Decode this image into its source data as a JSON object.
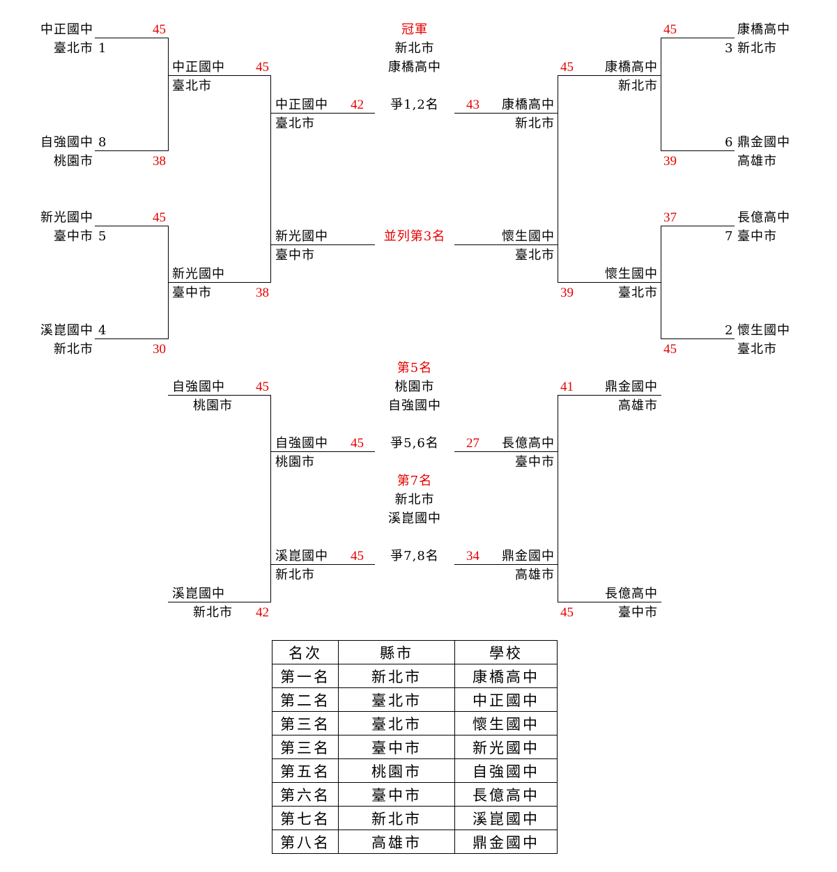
{
  "bracket": {
    "left": {
      "r1": {
        "zz_name": "中正國中",
        "zz_city": "臺北市",
        "zz_seed": "1",
        "zz_score": "45",
        "zq_name": "自強國中",
        "zq_city": "桃園市",
        "zq_seed": "8",
        "zq_score": "38",
        "xg_name": "新光國中",
        "xg_city": "臺中市",
        "xg_seed": "5",
        "xg_score": "45",
        "xk_name": "溪崑國中",
        "xk_city": "新北市",
        "xk_seed": "4",
        "xk_score": "30"
      },
      "r2": {
        "zz_name": "中正國中",
        "zz_city": "臺北市",
        "zz_score": "45",
        "xg_name": "新光國中",
        "xg_city": "臺中市",
        "xg_score": "38"
      },
      "r3": {
        "zz_name": "中正國中",
        "zz_city": "臺北市",
        "zz_score": "42",
        "xg_name": "新光國中",
        "xg_city": "臺中市"
      }
    },
    "right": {
      "r1": {
        "kq_name": "康橋高中",
        "kq_city": "新北市",
        "kq_seed": "3",
        "kq_score": "45",
        "dj_name": "鼎金國中",
        "dj_city": "高雄市",
        "dj_seed": "6",
        "dj_score": "39",
        "cy_name": "長億高中",
        "cy_city": "臺中市",
        "cy_seed": "7",
        "cy_score": "37",
        "hs_name": "懷生國中",
        "hs_city": "臺北市",
        "hs_seed": "2",
        "hs_score": "45"
      },
      "r2": {
        "kq_name": "康橋高中",
        "kq_city": "新北市",
        "kq_score": "45",
        "hs_name": "懷生國中",
        "hs_city": "臺北市",
        "hs_score": "39"
      },
      "r3": {
        "kq_name": "康橋高中",
        "kq_city": "新北市",
        "kq_score": "43",
        "hs_name": "懷生國中",
        "hs_city": "臺北市"
      }
    },
    "center": {
      "champion_label": "冠軍",
      "champion_city": "新北市",
      "champion_school": "康橋高中",
      "final_label": "爭1,2名",
      "third_label": "並列第3名"
    },
    "classification": {
      "left_r1": {
        "zq_name": "自強國中",
        "zq_city": "桃園市",
        "zq_score": "45",
        "xk_name": "溪崑國中",
        "xk_city": "新北市",
        "xk_score": "42"
      },
      "right_r1": {
        "dj_name": "鼎金國中",
        "dj_city": "高雄市",
        "dj_score": "41",
        "cy_name": "長億高中",
        "cy_city": "臺中市",
        "cy_score": "45"
      },
      "m56": {
        "left_name": "自強國中",
        "left_city": "桃園市",
        "left_score": "45",
        "right_name": "長億高中",
        "right_city": "臺中市",
        "right_score": "27",
        "label": "爭5,6名",
        "result_label": "第5名",
        "result_city": "桃園市",
        "result_school": "自強國中"
      },
      "m78": {
        "left_name": "溪崑國中",
        "left_city": "新北市",
        "left_score": "45",
        "right_name": "鼎金國中",
        "right_city": "高雄市",
        "right_score": "34",
        "label": "爭7,8名",
        "result_label": "第7名",
        "result_city": "新北市",
        "result_school": "溪崑國中"
      }
    }
  },
  "standings": {
    "headers": [
      "名次",
      "縣市",
      "學校"
    ],
    "rows": [
      [
        "第一名",
        "新北市",
        "康橋高中"
      ],
      [
        "第二名",
        "臺北市",
        "中正國中"
      ],
      [
        "第三名",
        "臺北市",
        "懷生國中"
      ],
      [
        "第三名",
        "臺中市",
        "新光國中"
      ],
      [
        "第五名",
        "桃園市",
        "自強國中"
      ],
      [
        "第六名",
        "臺中市",
        "長億高中"
      ],
      [
        "第七名",
        "新北市",
        "溪崑國中"
      ],
      [
        "第八名",
        "高雄市",
        "鼎金國中"
      ]
    ]
  },
  "colors": {
    "score": "#e60000",
    "line": "#000000",
    "text": "#000000"
  }
}
